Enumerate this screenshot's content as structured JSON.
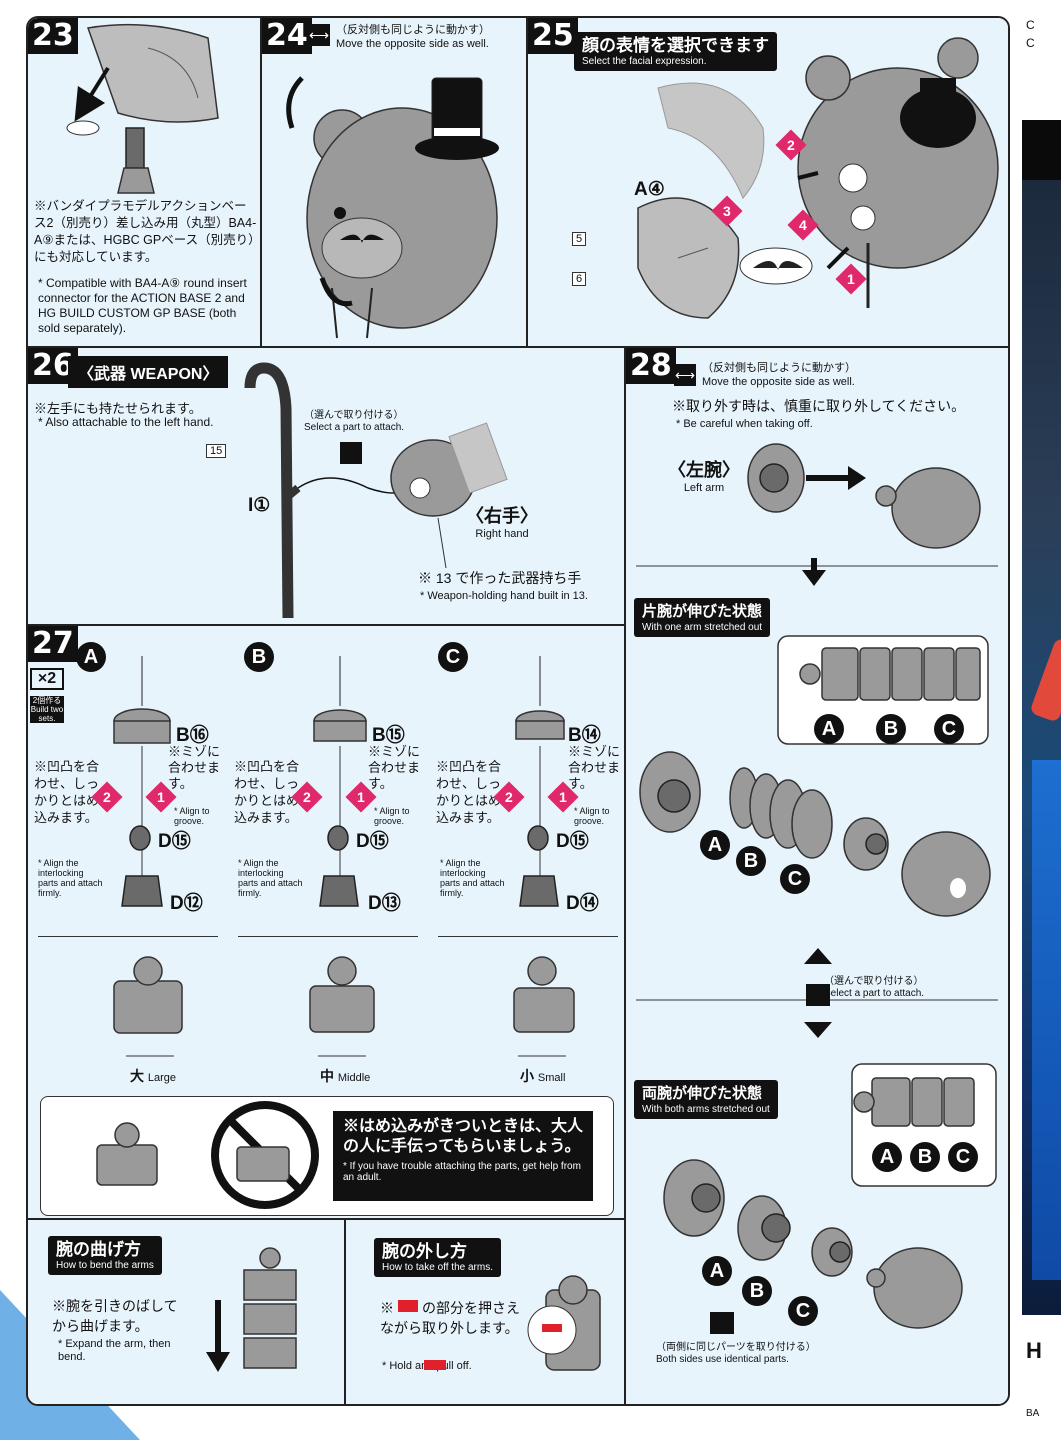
{
  "step23": {
    "number": "23",
    "note_jp": "※バンダイプラモデルアクションベース2（別売り）差し込み用（丸型）BA4-A⑨または、HGBC GPベース（別売り）にも対応しています。",
    "note_en": "* Compatible with BA4-A⑨ round insert connector for the ACTION BASE 2 and HG BUILD CUSTOM GP BASE (both sold separately)."
  },
  "step24": {
    "number": "24",
    "jp": "（反対側も同じように動かす）",
    "en": "Move the opposite side as well."
  },
  "step25": {
    "number": "25",
    "title_jp": "顔の表情を選択できます",
    "title_en": "Select the facial expression.",
    "part_label": "A④",
    "sticker1": "5",
    "sticker2": "6",
    "markers": [
      "1",
      "2",
      "3",
      "4"
    ]
  },
  "step26": {
    "number": "26",
    "title": "〈武器 WEAPON〉",
    "note_jp": "※左手にも持たせられます。",
    "note_en": "* Also attachable to the left hand.",
    "sticker": "15",
    "part_label": "I①",
    "select_jp": "（選んで取り付ける）",
    "select_en": "Select a part to attach.",
    "right_hand_jp": "〈右手〉",
    "right_hand_en": "Right hand",
    "weapon_hand_jp": "※ 13 で作った武器持ち手",
    "weapon_hand_en": "* Weapon-holding hand built in 13."
  },
  "step27": {
    "number": "27",
    "sets": "×2",
    "sets_jp": "2個作る",
    "sets_en": "Build two sets.",
    "columns": [
      {
        "letter": "A",
        "top": "B⑯",
        "mid": "D⑮",
        "bottom": "D⑫",
        "size_jp": "大",
        "size_en": "Large"
      },
      {
        "letter": "B",
        "top": "B⑮",
        "mid": "D⑮",
        "bottom": "D⑬",
        "size_jp": "中",
        "size_en": "Middle"
      },
      {
        "letter": "C",
        "top": "B⑭",
        "mid": "D⑮",
        "bottom": "D⑭",
        "size_jp": "小",
        "size_en": "Small"
      }
    ],
    "groove_jp": "※ミゾに合わせます。",
    "groove_en": "* Align to groove.",
    "lock_jp": "※凹凸を合わせ、しっかりとはめ込みます。",
    "lock_en": "* Align the interlocking parts and attach firmly.",
    "warn_jp": "※はめ込みがきついときは、大人の人に手伝ってもらいましょう。",
    "warn_en": "* If you have trouble attaching the parts, get help from an adult."
  },
  "bend": {
    "title_jp": "腕の曲げ方",
    "title_en": "How to bend the arms",
    "jp": "※腕を引きのばしてから曲げます。",
    "en": "* Expand the arm, then bend."
  },
  "takeoff": {
    "title_jp": "腕の外し方",
    "title_en": "How to take off the arms.",
    "jp": "※　　の部分を押さえながら取り外します。",
    "en": "* Hold       and pull off."
  },
  "step28": {
    "number": "28",
    "jp": "（反対側も同じように動かす）",
    "en": "Move the opposite side as well.",
    "care_jp": "※取り外す時は、慎重に取り外してください。",
    "care_en": "* Be careful when taking off.",
    "left_arm_jp": "〈左腕〉",
    "left_arm_en": "Left arm",
    "one_arm_jp": "片腕が伸びた状態",
    "one_arm_en": "With one arm stretched out",
    "select_jp": "（選んで取り付ける）",
    "select_en": "Select a part to attach.",
    "both_arm_jp": "両腕が伸びた状態",
    "both_arm_en": "With both arms stretched out",
    "both_sides_jp": "（両側に同じパーツを取り付ける）",
    "both_sides_en": "Both sides use identical parts.",
    "labels": [
      "A",
      "B",
      "C"
    ]
  },
  "side": {
    "c1": "C",
    "c2": "C",
    "h": "H",
    "ba": "BA"
  }
}
